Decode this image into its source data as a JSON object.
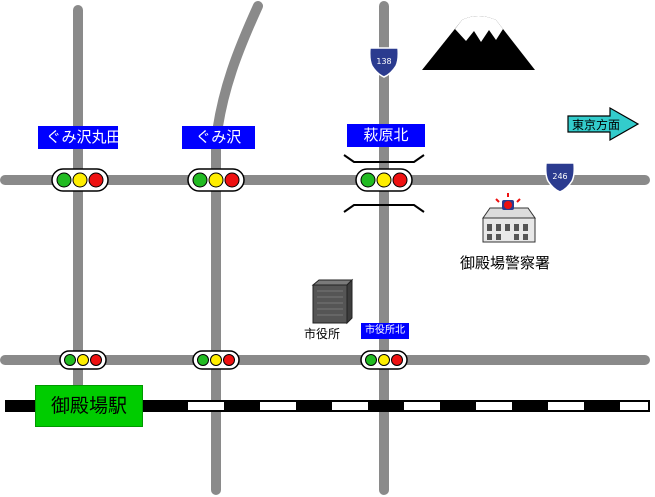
{
  "colors": {
    "road": "#8a8a8a",
    "intersection_label_bg": "#0000ff",
    "intersection_label_text": "#ffffff",
    "station_label_bg": "#00cc00",
    "direction_arrow": "#33cccc",
    "route_shield": "#2b3b8f",
    "signal_green": "#22bb22",
    "signal_yellow": "#ffee00",
    "signal_red": "#ee1111"
  },
  "intersections": {
    "gumizawa_maruta": "ぐみ沢丸田",
    "gumizawa": "ぐみ沢",
    "ogihara_kita": "萩原北",
    "shiyakusho_kita": "市役所北"
  },
  "route_shields": {
    "national_route_138": "138",
    "national_route_246": "246"
  },
  "direction": {
    "tokyo": "東京方面"
  },
  "landmarks": {
    "police_station": "御殿場警察署",
    "city_hall": "市役所",
    "station": "御殿場駅",
    "mountain": "mount-fuji-icon"
  },
  "icons": [
    "traffic-signal-icon",
    "mount-fuji-icon",
    "police-station-icon",
    "city-hall-icon",
    "route-shield-icon",
    "arrow-right-icon"
  ]
}
